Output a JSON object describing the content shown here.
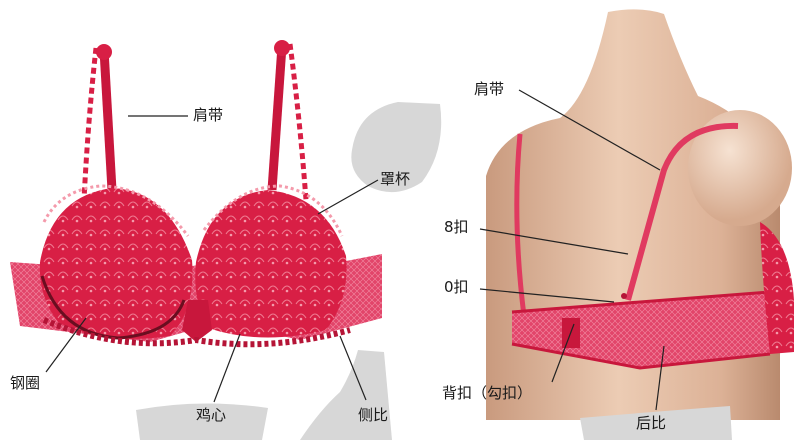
{
  "labels": {
    "shoulder_strap_left": "肩带",
    "cup": "罩杯",
    "underwire": "钢圈",
    "center_gore": "鸡心",
    "side_panel": "侧比",
    "shoulder_strap_right": "肩带",
    "hook_8": "8扣",
    "hook_0": "0扣",
    "back_closure": "背扣（勾扣）",
    "back_band": "后比"
  },
  "colors": {
    "fabric": "#d81f45",
    "fabric_dark": "#a8102f",
    "lace_light": "#f07c92",
    "mannequin": "#d9b49a",
    "pattern_gray": "#d7d7d7",
    "leader": "#222222"
  }
}
